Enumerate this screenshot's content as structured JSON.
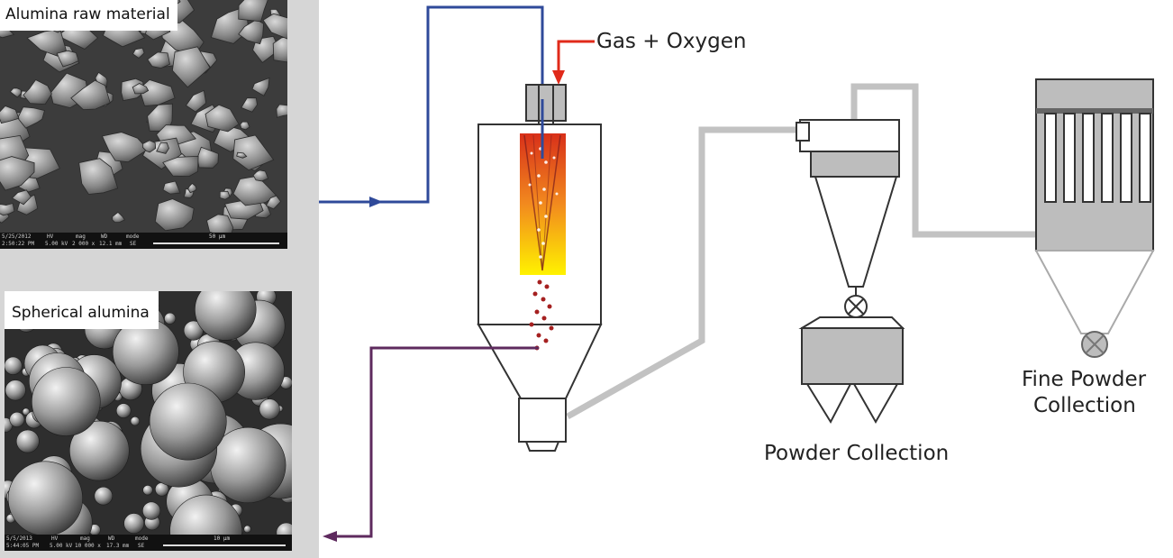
{
  "panels": {
    "raw": {
      "label": "Alumina raw material",
      "databar": {
        "date": "5/25/2012",
        "time": "2:50:22 PM",
        "hv_label": "HV",
        "hv": "5.00 kV",
        "mag_label": "mag",
        "mag": "2 000 x",
        "wd_label": "WD",
        "wd": "12.1 mm",
        "mode_label": "mode",
        "mode": "SE",
        "scale": "50 μm"
      }
    },
    "spherical": {
      "label": "Spherical alumina",
      "databar": {
        "date": "5/5/2013",
        "time": "5:44:05 PM",
        "hv_label": "HV",
        "hv": "5.00 kV",
        "mag_label": "mag",
        "mag": "10 000 x",
        "wd_label": "WD",
        "wd": "17.3 mm",
        "mode_label": "mode",
        "mode": "SE",
        "scale": "10 μm"
      }
    }
  },
  "diagram": {
    "gas_oxygen": "Gas + Oxygen",
    "powder_collection": "Powder Collection",
    "fine_powder_line1": "Fine Powder",
    "fine_powder_line2": "Collection",
    "colors": {
      "feed_line": "#2f4a9a",
      "gas_arrow": "#e02a1a",
      "output_line": "#5e2a5e",
      "pipe": "#c2c2c2",
      "equipment_fill": "#bdbdbd",
      "flame_top": "#d8301a",
      "flame_bottom": "#fff200"
    }
  }
}
